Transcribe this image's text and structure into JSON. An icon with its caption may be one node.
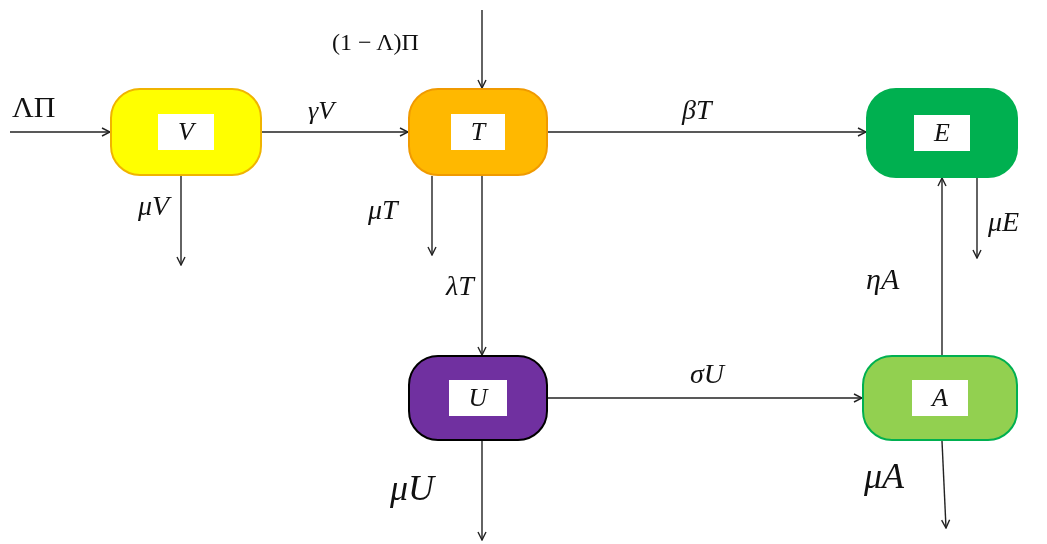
{
  "diagram": {
    "nodes": [
      {
        "text": [
          "V"
        ]
      },
      {
        "text": [
          "T"
        ]
      },
      {
        "text": [
          "E"
        ]
      },
      {
        "text": [
          "U"
        ]
      },
      {
        "text": [
          "A"
        ]
      }
    ],
    "edges": [
      {
        "from": null,
        "to": 0,
        "arrow": "to",
        "label": "ΛΠ"
      },
      {
        "from": 0,
        "to": 1,
        "arrow": "to",
        "label": "γV"
      },
      {
        "from": null,
        "to": 1,
        "arrow": "to",
        "label": "(1 − Λ)Π"
      },
      {
        "from": 1,
        "to": 2,
        "arrow": "to",
        "label": "βT"
      },
      {
        "from": 0,
        "to": null,
        "arrow": "to",
        "label": "μV"
      },
      {
        "from": 1,
        "to": null,
        "arrow": "to",
        "label": "μT"
      },
      {
        "from": 1,
        "to": 3,
        "arrow": "to",
        "label": "λT"
      },
      {
        "from": 2,
        "to": null,
        "arrow": "to",
        "label": "μE"
      },
      {
        "from": 4,
        "to": 2,
        "arrow": "to",
        "label": "ηA"
      },
      {
        "from": 3,
        "to": 4,
        "arrow": "to",
        "label": "σU"
      },
      {
        "from": 3,
        "to": null,
        "arrow": "to",
        "label": "μU"
      },
      {
        "from": 4,
        "to": null,
        "arrow": "to",
        "label": "μA"
      }
    ]
  }
}
